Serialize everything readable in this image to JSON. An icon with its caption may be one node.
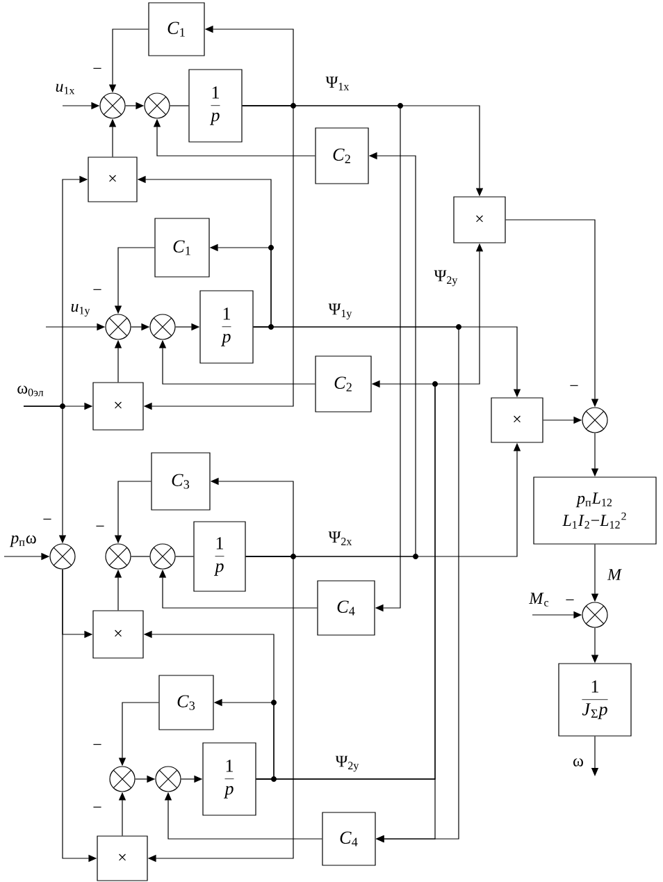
{
  "diagram": {
    "nodes": [
      {
        "text": [
          "*C*$_{1}$"
        ]
      },
      {
        "text": [],
        "shape": "circle"
      },
      {
        "text": [],
        "shape": "circle"
      },
      {
        "text": [
          "1",
          "p"
        ]
      },
      {
        "text": [
          "*C*$_{2}$"
        ]
      },
      {
        "text": [
          "×"
        ]
      },
      {
        "text": [
          "×"
        ]
      },
      {
        "text": [
          "*C*$_{1}$"
        ]
      },
      {
        "text": [],
        "shape": "circle"
      },
      {
        "text": [],
        "shape": "circle"
      },
      {
        "text": [
          "1",
          "p"
        ]
      },
      {
        "text": [
          "*C*$_{2}$"
        ]
      },
      {
        "text": [
          "×"
        ]
      },
      {
        "text": [
          "×"
        ]
      },
      {
        "text": [],
        "shape": "circle"
      },
      {
        "text": [
          "*p*$_{п}$*L*$_{12}$",
          "*L*$_{1}$*I*$_{2}$−*L*$_{12}$$^{2}$"
        ]
      },
      {
        "text": [
          "*C*$_{3}$"
        ]
      },
      {
        "text": [],
        "shape": "circle"
      },
      {
        "text": [],
        "shape": "circle"
      },
      {
        "text": [],
        "shape": "circle"
      },
      {
        "text": [
          "1",
          "p"
        ]
      },
      {
        "text": [
          "*C*$_{4}$"
        ]
      },
      {
        "text": [],
        "shape": "circle"
      },
      {
        "text": [
          "×"
        ]
      },
      {
        "text": [
          "1",
          "*J*$_{Σ}$*p*"
        ]
      },
      {
        "text": [
          "*C*$_{3}$"
        ]
      },
      {
        "text": [],
        "shape": "circle"
      },
      {
        "text": [],
        "shape": "circle"
      },
      {
        "text": [
          "1",
          "p"
        ]
      },
      {
        "text": [
          "*C*$_{4}$"
        ]
      },
      {
        "text": [
          "×"
        ]
      }
    ],
    "edges": [
      {
        "from": null,
        "to": 1,
        "arrow": "to",
        "label": "*u*$_{1x}$"
      },
      {
        "from": 0,
        "to": 1,
        "arrow": "to"
      },
      {
        "from": 1,
        "to": 2,
        "arrow": "to"
      },
      {
        "from": 2,
        "to": 3,
        "arrow": "none"
      },
      {
        "from": 3,
        "to": 0,
        "arrow": "to"
      },
      {
        "from": 3,
        "to": 12,
        "arrow": "to"
      },
      {
        "from": 3,
        "to": 21,
        "arrow": "to"
      },
      {
        "from": 3,
        "to": 6,
        "arrow": "to"
      },
      {
        "from": 4,
        "to": 2,
        "arrow": "to"
      },
      {
        "from": 5,
        "to": 1,
        "arrow": "to"
      },
      {
        "from": 10,
        "to": 5,
        "arrow": "to"
      },
      {
        "from": 10,
        "to": 7,
        "arrow": "to"
      },
      {
        "from": null,
        "to": 5,
        "arrow": "to"
      },
      {
        "from": null,
        "to": 12,
        "arrow": "to",
        "label": "ω$_{0эл}$"
      },
      {
        "from": null,
        "to": 17,
        "arrow": "to"
      },
      {
        "from": null,
        "to": 8,
        "arrow": "to",
        "label": "*u*$_{1y}$"
      },
      {
        "from": 7,
        "to": 8,
        "arrow": "to"
      },
      {
        "from": 8,
        "to": 9,
        "arrow": "to"
      },
      {
        "from": 9,
        "to": 10,
        "arrow": "to"
      },
      {
        "from": 11,
        "to": 9,
        "arrow": "to"
      },
      {
        "from": 12,
        "to": 8,
        "arrow": "to"
      },
      {
        "from": 10,
        "to": 13,
        "arrow": "to"
      },
      {
        "from": 10,
        "to": 29,
        "arrow": "to"
      },
      {
        "from": 6,
        "to": 14,
        "arrow": "to"
      },
      {
        "from": 13,
        "to": 14,
        "arrow": "to"
      },
      {
        "from": 14,
        "to": 15,
        "arrow": "to"
      },
      {
        "from": 15,
        "to": 22,
        "arrow": "to",
        "label": "M"
      },
      {
        "from": null,
        "to": 22,
        "arrow": "to",
        "label": "*M*$_{с}$"
      },
      {
        "from": 22,
        "to": 24,
        "arrow": "to"
      },
      {
        "from": 24,
        "to": null,
        "arrow": "to",
        "label": "ω"
      },
      {
        "from": null,
        "to": 17,
        "arrow": "to",
        "label": "*p*$_{п}$ω"
      },
      {
        "from": 17,
        "to": 23,
        "arrow": "to"
      },
      {
        "from": 17,
        "to": 30,
        "arrow": "to"
      },
      {
        "from": 16,
        "to": 18,
        "arrow": "to"
      },
      {
        "from": 18,
        "to": 19,
        "arrow": "none"
      },
      {
        "from": 19,
        "to": 20,
        "arrow": "none"
      },
      {
        "from": 20,
        "to": 16,
        "arrow": "to"
      },
      {
        "from": 20,
        "to": 30,
        "arrow": "to"
      },
      {
        "from": 20,
        "to": 13,
        "arrow": "to"
      },
      {
        "from": 20,
        "to": 4,
        "arrow": "to"
      },
      {
        "from": 21,
        "to": 19,
        "arrow": "to"
      },
      {
        "from": 23,
        "to": 18,
        "arrow": "to"
      },
      {
        "from": 28,
        "to": 23,
        "arrow": "to"
      },
      {
        "from": 28,
        "to": 25,
        "arrow": "to"
      },
      {
        "from": 28,
        "to": 11,
        "arrow": "to"
      },
      {
        "from": 28,
        "to": 6,
        "arrow": "to"
      },
      {
        "from": 25,
        "to": 26,
        "arrow": "to"
      },
      {
        "from": 26,
        "to": 27,
        "arrow": "to"
      },
      {
        "from": 27,
        "to": 28,
        "arrow": "to"
      },
      {
        "from": 29,
        "to": 27,
        "arrow": "to"
      },
      {
        "from": 30,
        "to": 26,
        "arrow": "to"
      },
      {
        "from": 28,
        "to": 29,
        "arrow": "to"
      }
    ],
    "labels": [
      "−",
      "Ψ$_{1x}$",
      "Ψ$_{2y}$",
      "−",
      "Ψ$_{1y}$",
      "−",
      "−",
      "−",
      "Ψ$_{2x}$",
      "−",
      "−",
      "Ψ$_{2y}$",
      "−"
    ]
  }
}
